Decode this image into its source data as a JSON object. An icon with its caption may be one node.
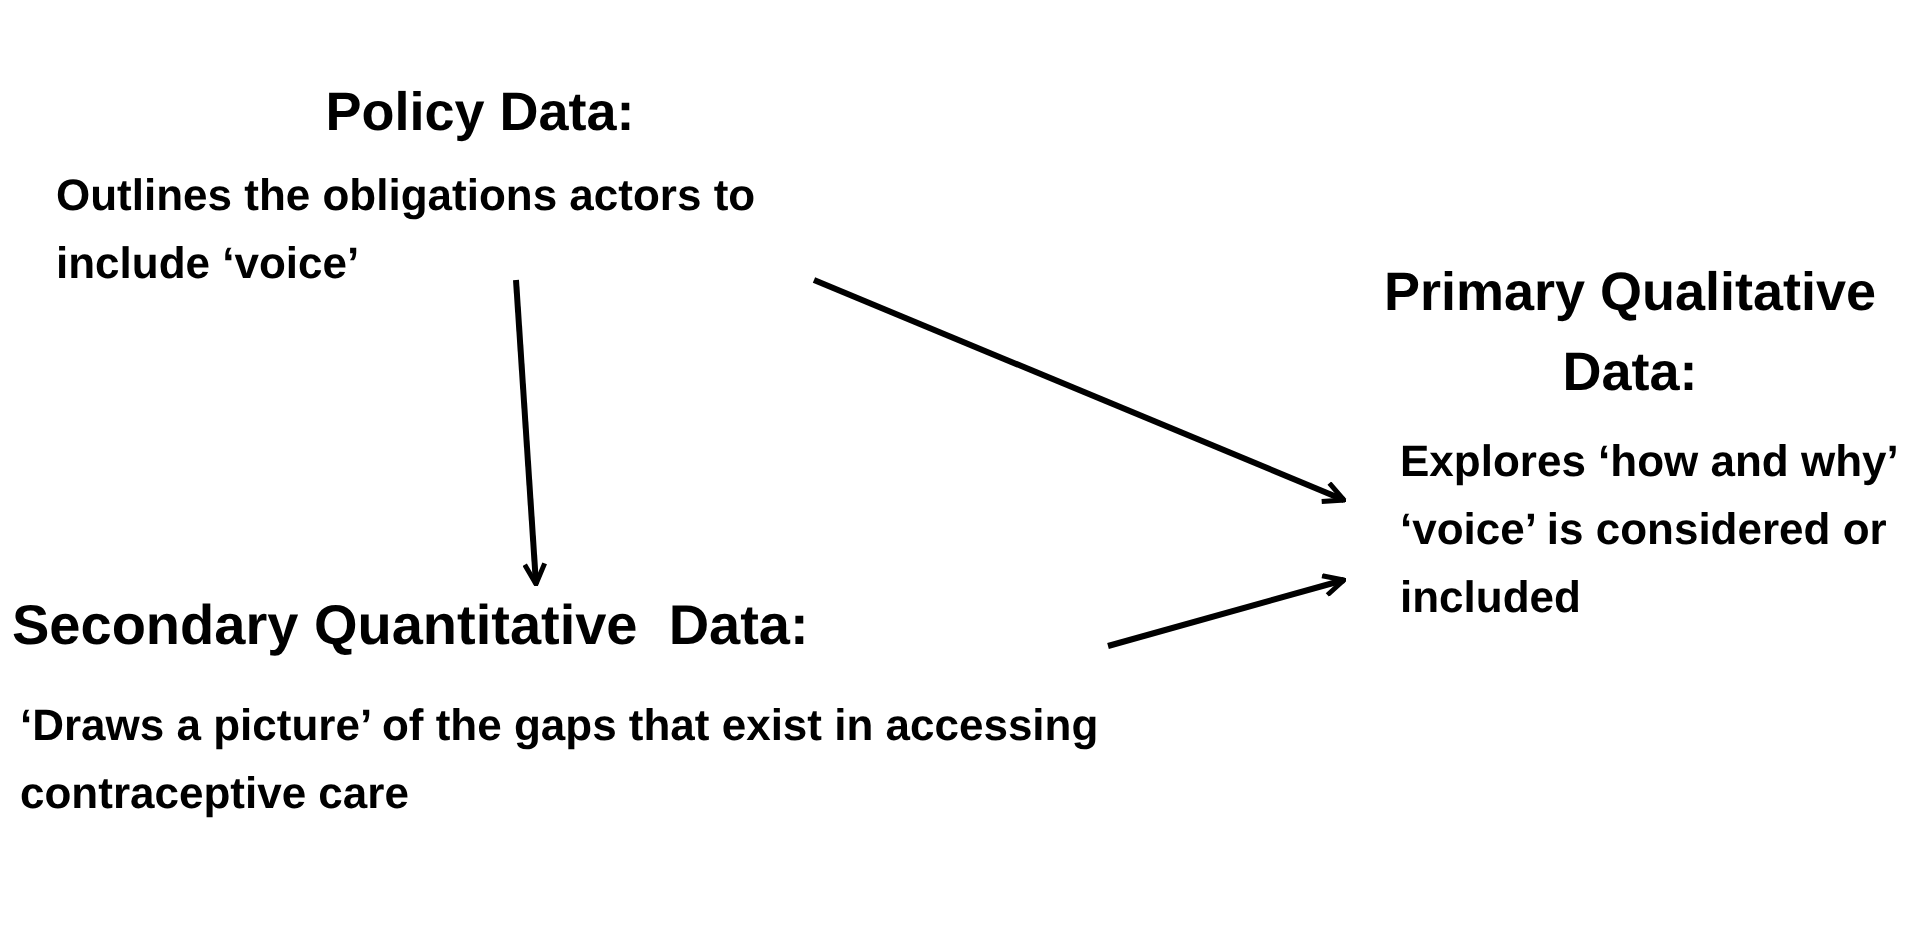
{
  "diagram": {
    "nodes": [
      {
        "text": [
          "Policy Data:",
          "Outlines the obligations actors to include ‘voice’"
        ]
      },
      {
        "text": [
          "Secondary Quantitative  Data:",
          "‘Draws a picture’ of the gaps that exist in accessing contraceptive care"
        ]
      },
      {
        "text": [
          "Primary Qualitative Data:",
          "Explores ‘how and why’ ‘voice’ is considered or included"
        ]
      }
    ],
    "edges": [
      {
        "from": 0,
        "to": 1,
        "arrow": "to"
      },
      {
        "from": 0,
        "to": 2,
        "arrow": "to"
      },
      {
        "from": 1,
        "to": 2,
        "arrow": "to"
      }
    ]
  }
}
